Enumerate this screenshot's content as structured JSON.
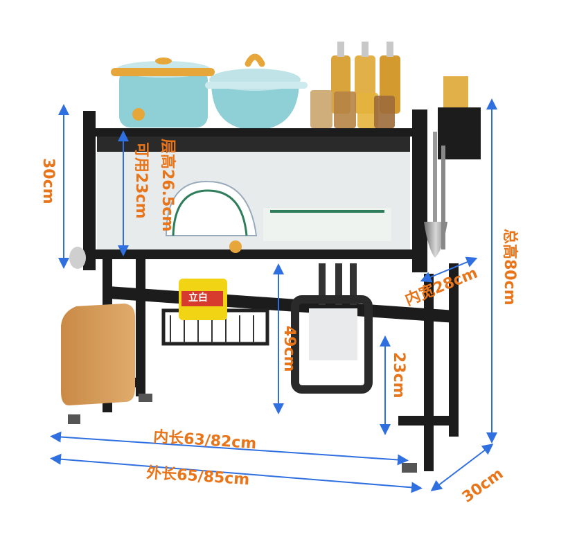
{
  "dimensions": {
    "top_tier_height": "30cm",
    "layer_height": "层高26.5cm",
    "usable_height": "可用23cm",
    "total_height": "总高80cm",
    "inner_width": "内宽28cm",
    "under_clearance": "49cm",
    "side_clearance": "23cm",
    "inner_length": "内长63/82cm",
    "outer_length": "外长65/85cm",
    "depth": "30cm"
  },
  "product_labels": {
    "detergent_brand": "立白"
  },
  "colors": {
    "accent": "#e8751a",
    "dimension_line": "#2f6fe0",
    "frame": "#1c1c1c"
  }
}
